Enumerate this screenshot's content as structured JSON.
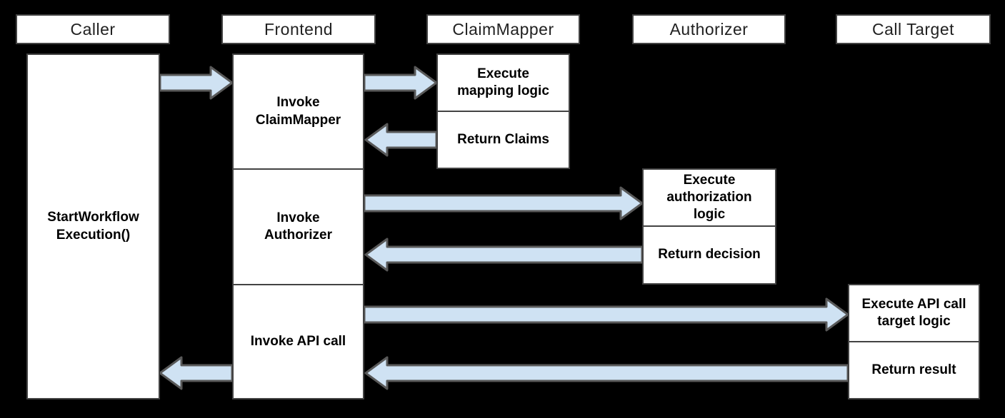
{
  "diagram_type": "sequence-diagram",
  "colors": {
    "background": "#000000",
    "box_fill": "#ffffff",
    "box_border": "#434343",
    "arrow_fill": "#cfe2f3",
    "arrow_border": "#595959",
    "header_text": "#212121",
    "body_text": "#000000"
  },
  "lifelines": [
    {
      "id": "caller",
      "header": "Caller",
      "boxes": [
        {
          "label": "StartWorkflow\nExecution()"
        }
      ]
    },
    {
      "id": "frontend",
      "header": "Frontend",
      "boxes": [
        {
          "label": "Invoke\nClaimMapper"
        },
        {
          "label": "Invoke\nAuthorizer"
        },
        {
          "label": "Invoke API call"
        }
      ]
    },
    {
      "id": "claimmapper",
      "header": "ClaimMapper",
      "boxes": [
        {
          "label": "Execute\nmapping logic"
        },
        {
          "label": "Return Claims"
        }
      ]
    },
    {
      "id": "authorizer",
      "header": "Authorizer",
      "boxes": [
        {
          "label": "Execute\nauthorization\nlogic"
        },
        {
          "label": "Return decision"
        }
      ]
    },
    {
      "id": "calltarget",
      "header": "Call Target",
      "boxes": [
        {
          "label": "Execute API call\ntarget logic"
        },
        {
          "label": "Return result"
        }
      ]
    }
  ],
  "arrows": [
    {
      "name": "arrow-caller-to-frontend",
      "from": "caller",
      "to": "frontend",
      "direction": "right"
    },
    {
      "name": "arrow-frontend-to-claimmapper",
      "from": "frontend",
      "to": "claimmapper",
      "direction": "right"
    },
    {
      "name": "arrow-claimmapper-to-frontend",
      "from": "claimmapper",
      "to": "frontend",
      "direction": "left"
    },
    {
      "name": "arrow-frontend-to-authorizer",
      "from": "frontend",
      "to": "authorizer",
      "direction": "right"
    },
    {
      "name": "arrow-authorizer-to-frontend",
      "from": "authorizer",
      "to": "frontend",
      "direction": "left"
    },
    {
      "name": "arrow-frontend-to-calltarget",
      "from": "frontend",
      "to": "calltarget",
      "direction": "right"
    },
    {
      "name": "arrow-calltarget-to-frontend",
      "from": "calltarget",
      "to": "frontend",
      "direction": "left"
    },
    {
      "name": "arrow-frontend-to-caller",
      "from": "frontend",
      "to": "caller",
      "direction": "left"
    }
  ]
}
